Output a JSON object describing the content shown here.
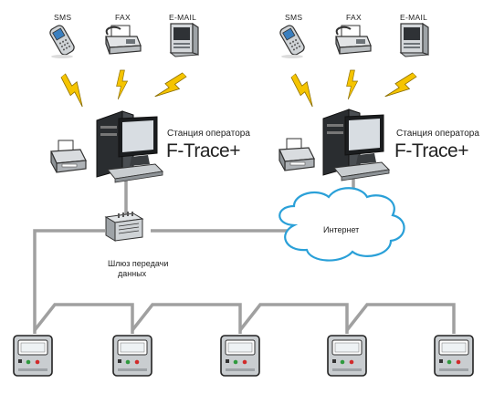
{
  "left": {
    "devices": [
      {
        "label": "SMS",
        "icon": "mobile-phone-icon"
      },
      {
        "label": "FAX",
        "icon": "fax-machine-icon"
      },
      {
        "label": "E-MAIL",
        "icon": "email-computer-icon"
      }
    ],
    "station_label": "Станция оператора",
    "product": "F-Trace+"
  },
  "right": {
    "devices": [
      {
        "label": "SMS",
        "icon": "mobile-phone-icon"
      },
      {
        "label": "FAX",
        "icon": "fax-machine-icon"
      },
      {
        "label": "E-MAIL",
        "icon": "email-computer-icon"
      }
    ],
    "station_label": "Станция оператора",
    "product": "F-Trace+"
  },
  "gateway": {
    "line1": "Шлюз передачи",
    "line2": "данных"
  },
  "internet": "Интернет",
  "colors": {
    "lightning": "#f5c400",
    "line": "#a0a0a0",
    "cloud_stroke": "#2aa0d8",
    "cloud_fill": "#ffffff"
  }
}
